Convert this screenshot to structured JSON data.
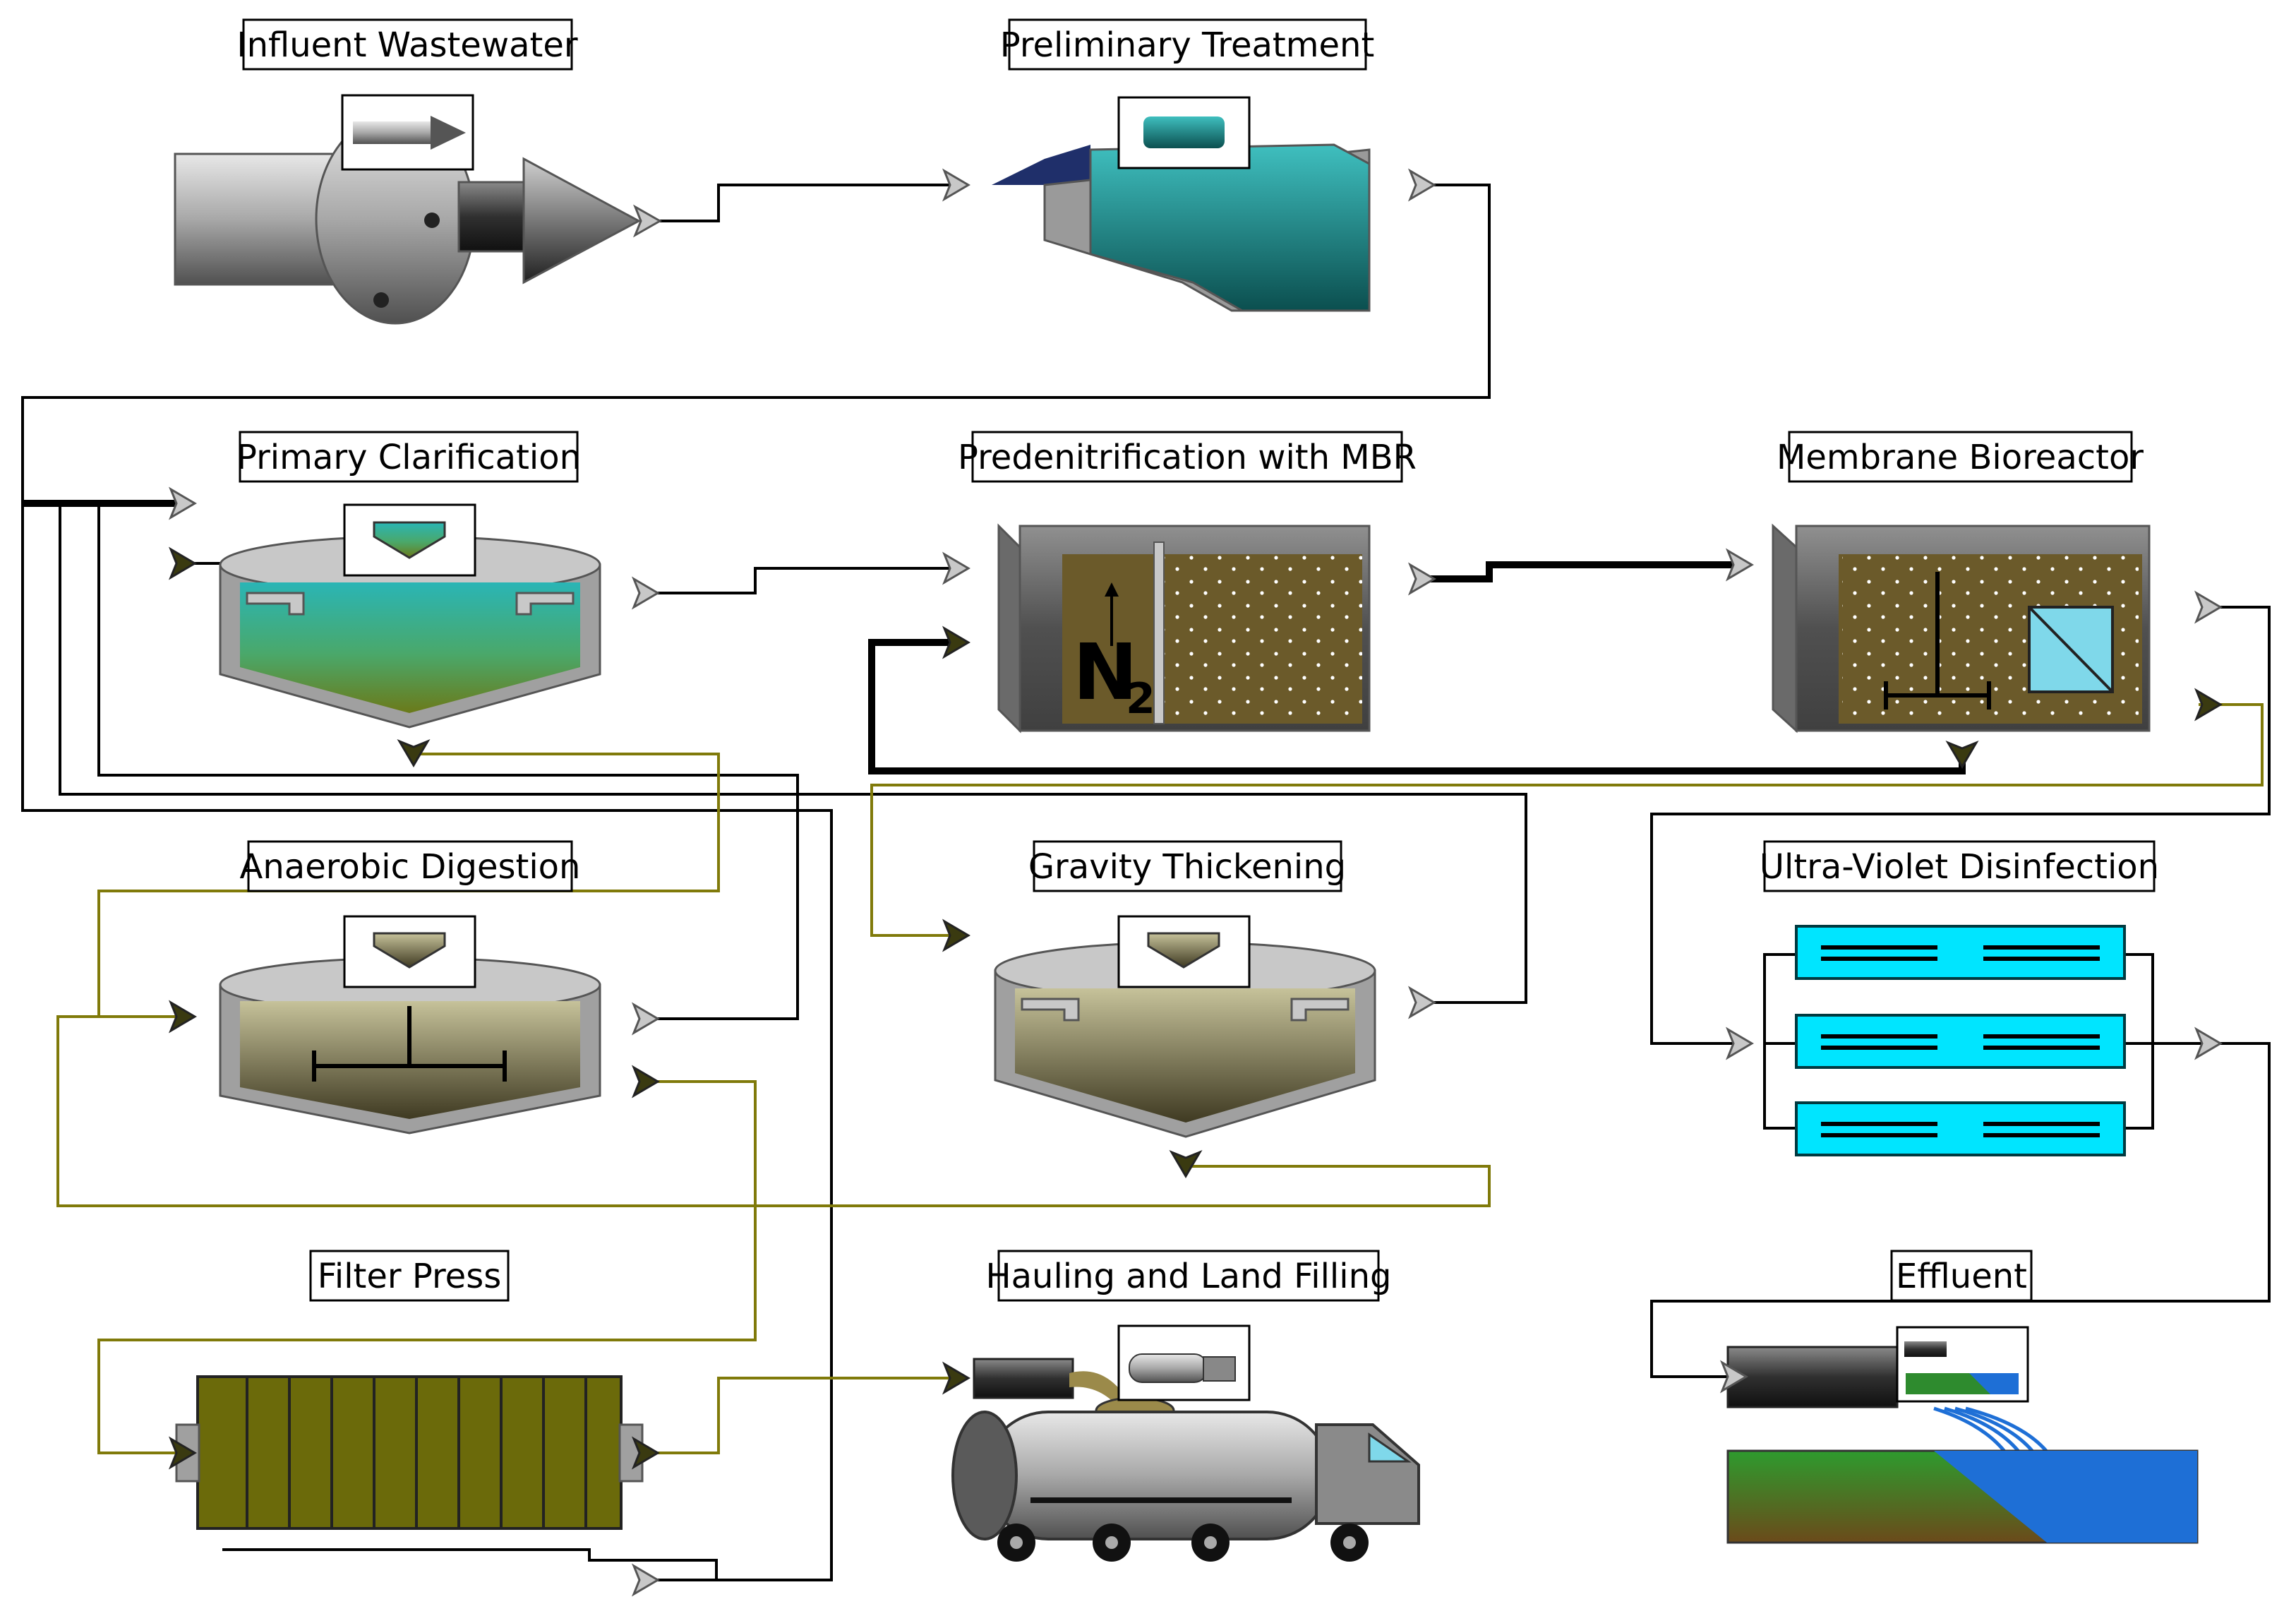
{
  "units": {
    "influent": {
      "label": "Influent Wastewater"
    },
    "preliminary": {
      "label": "Preliminary Treatment"
    },
    "primary": {
      "label": "Primary Clarification"
    },
    "predenit": {
      "label": "Predenitrification with MBR",
      "gas_symbol": "N",
      "gas_subscript": "2"
    },
    "mbr": {
      "label": "Membrane Bioreactor"
    },
    "digestion": {
      "label": "Anaerobic Digestion"
    },
    "thickening": {
      "label": "Gravity Thickening"
    },
    "uv": {
      "label": "Ultra-Violet Disinfection"
    },
    "filterpress": {
      "label": "Filter Press"
    },
    "hauling": {
      "label": "Hauling and Land Filling"
    },
    "effluent": {
      "label": "Effluent"
    }
  },
  "colors": {
    "water": "#1f9a9e",
    "sludge_liquid": "#6b5a2a",
    "sludge_line": "#807a0a",
    "uv_lamp": "#00e5ff",
    "land": "#2e8b2e",
    "river": "#1e6fd6"
  }
}
